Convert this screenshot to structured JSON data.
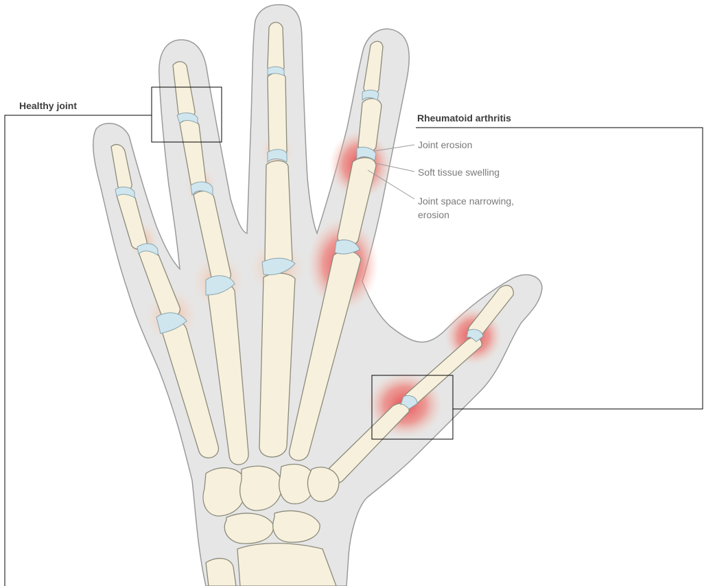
{
  "headings": {
    "healthy": "Healthy joint",
    "ra": "Rheumatoid arthritis"
  },
  "callouts": {
    "erosion": "Joint erosion",
    "swelling": "Soft tissue swelling",
    "narrowing_line1": "Joint space narrowing,",
    "narrowing_line2": "erosion"
  },
  "colors": {
    "skin_outline": "#e6e6e6",
    "skin_stroke": "#9a9a9a",
    "bone": "#f7f0dc",
    "bone_stroke": "#8a8a7a",
    "cartilage": "#cfe6ef",
    "inflammation": "#e8605e",
    "capsule": "#f2b79a",
    "leader": "#9a9a9a",
    "frame": "#000000"
  }
}
